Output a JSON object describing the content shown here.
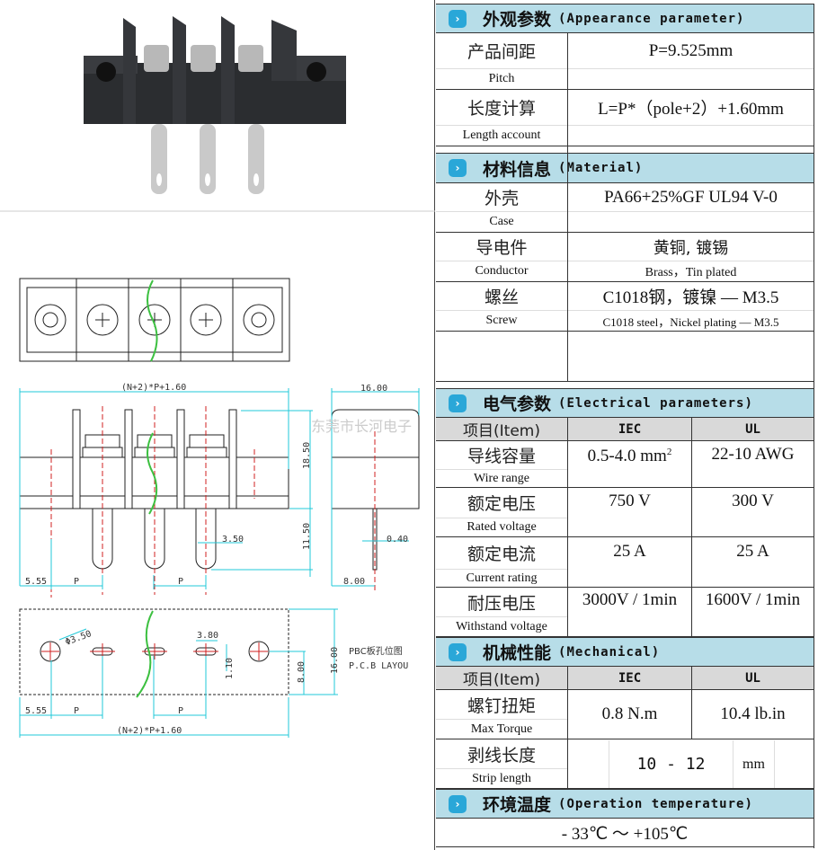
{
  "drawing": {
    "total_length": "(N+2)*P+1.60",
    "height_upper": "18.50",
    "height_pin": "11.50",
    "pin_width": "3.50",
    "pin_thickness": "0.40",
    "side_width": "16.00",
    "side_offset": "8.00",
    "edge_offset": "5.55",
    "pitch": "P",
    "hole_dia": "Φ3.50",
    "slot_len": "3.80",
    "slot_width": "1.10",
    "pcb_half": "8.00",
    "pcb_width": "16.00",
    "pcb_label_zh": "PBC板孔位图",
    "pcb_label_en": "P.C.B LAYOU",
    "watermark": "东莞市长河电子"
  },
  "appearance": {
    "title_zh": "外观参数",
    "title_en": "(Appearance parameter)",
    "pitch_zh": "产品间距",
    "pitch_en": "Pitch",
    "pitch_val": "P=9.525mm",
    "length_zh": "长度计算",
    "length_en": "Length account",
    "length_val": "L=P*（pole+2）+1.60mm"
  },
  "material": {
    "title_zh": "材料信息",
    "title_en": "(Material)",
    "case_zh": "外壳",
    "case_en": "Case",
    "case_val": "PA66+25%GF UL94 V-0",
    "cond_zh": "导电件",
    "cond_en": "Conductor",
    "cond_val_zh": "黄铜, 镀锡",
    "cond_val_en": "Brass，Tin plated",
    "screw_zh": "螺丝",
    "screw_en": "Screw",
    "screw_val_zh": "C1018钢，镀镍 — M3.5",
    "screw_val_en": "C1018 steel，Nickel plating — M3.5"
  },
  "electrical": {
    "title_zh": "电气参数",
    "title_en": "(Electrical parameters)",
    "item": "项目(Item)",
    "iec": "IEC",
    "ul": "UL",
    "rows": [
      {
        "zh": "导线容量",
        "en": "Wire range",
        "iec": "0.5-4.0 mm",
        "iec_sup": "2",
        "ul": "22-10  AWG"
      },
      {
        "zh": "额定电压",
        "en": "Rated voltage",
        "iec": "750 V",
        "ul": "300 V"
      },
      {
        "zh": "额定电流",
        "en": "Current rating",
        "iec": "25  A",
        "ul": "25  A"
      },
      {
        "zh": "耐压电压",
        "en": "Withstand voltage",
        "iec": "3000V / 1min",
        "ul": "1600V / 1min"
      }
    ]
  },
  "mechanical": {
    "title_zh": "机械性能",
    "title_en": "(Mechanical)",
    "item": "项目(Item)",
    "iec": "IEC",
    "ul": "UL",
    "torque_zh": "螺钉扭矩",
    "torque_en": "Max Torque",
    "torque_iec": "0.8  N.m",
    "torque_ul": "10.4 lb.in",
    "strip_zh": "剥线长度",
    "strip_en": "Strip length",
    "strip_val": "10  -  12",
    "strip_unit": "mm"
  },
  "temperature": {
    "title_zh": "环境温度",
    "title_en": "(Operation temperature)",
    "value": "- 33℃  ～  +105℃"
  },
  "colors": {
    "header_bg": "#b7dde8",
    "item_bg": "#d9d9d9",
    "dim_line": "#22c8d8",
    "center_line": "#d02020",
    "break_line": "#3cc040"
  }
}
